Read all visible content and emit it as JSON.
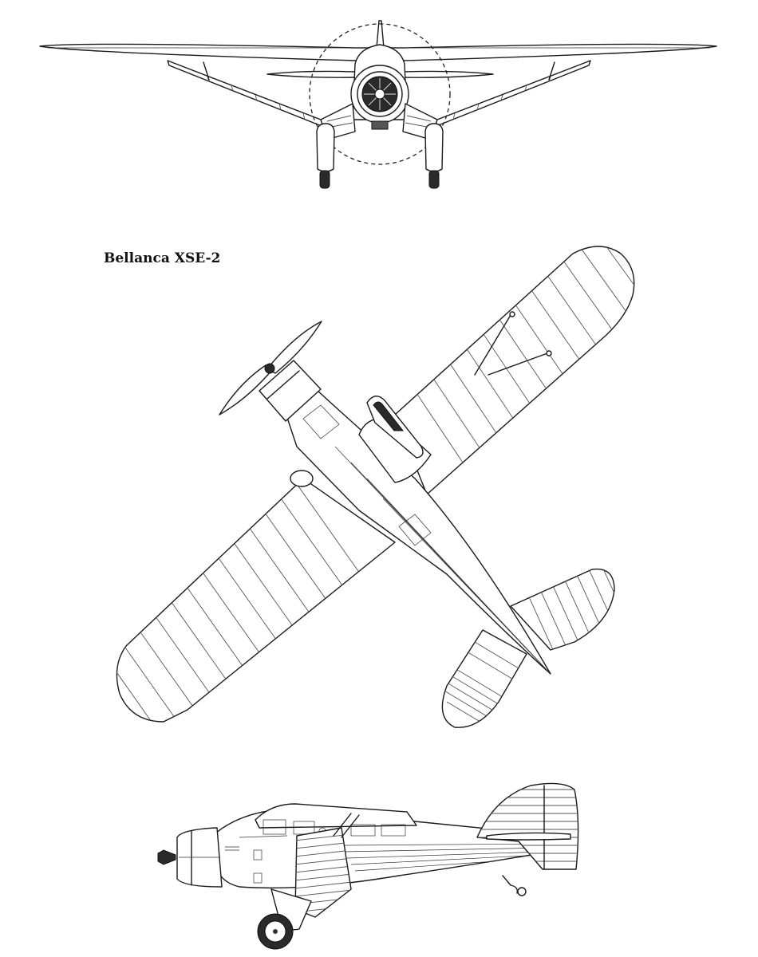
{
  "title": "Bellanca XSE-2",
  "views": [
    {
      "view": "front",
      "icon": "front-view-drawing"
    },
    {
      "view": "top",
      "icon": "top-view-drawing"
    },
    {
      "view": "side",
      "icon": "side-view-drawing"
    }
  ],
  "colors": {
    "ink": "#1a1a1a",
    "paper": "#ffffff",
    "hatch": "#555555"
  }
}
